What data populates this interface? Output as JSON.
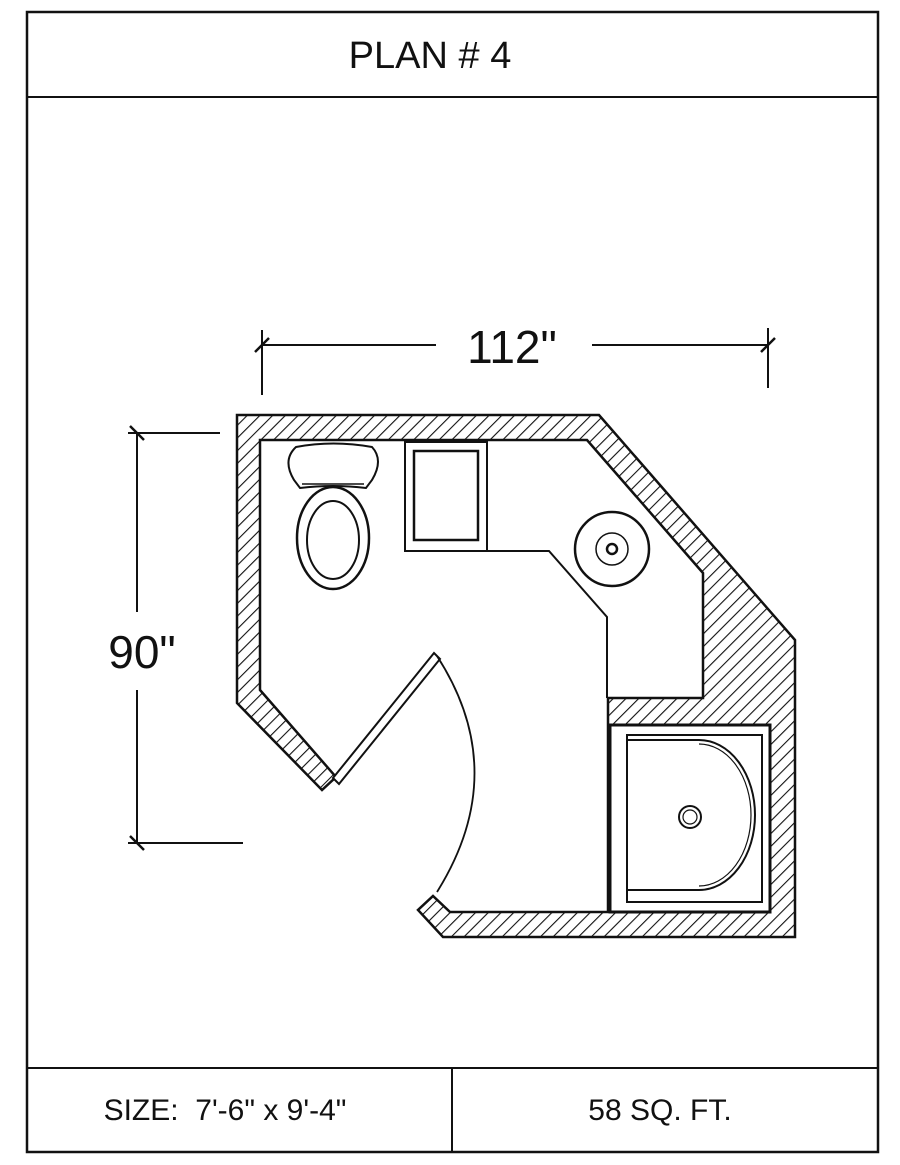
{
  "header": {
    "title": "PLAN # 4"
  },
  "dimensions": {
    "width_label": "112\"",
    "depth_label": "90\""
  },
  "footer": {
    "size_label": "SIZE:  7'-6\" x 9'-4\"",
    "area_label": "58 SQ. FT."
  },
  "fixtures": [
    "toilet-icon",
    "cabinet-icon",
    "sink-icon",
    "shower-icon",
    "door-icon"
  ],
  "colors": {
    "ink": "#111111",
    "background": "#ffffff"
  }
}
